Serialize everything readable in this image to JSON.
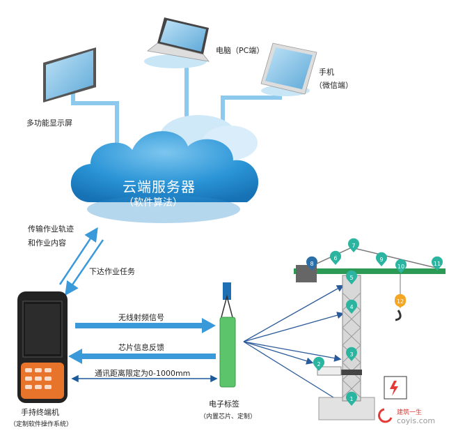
{
  "cloud": {
    "title": "云端服务器",
    "subtitle": "（软件算法）"
  },
  "devices": {
    "display": "多功能显示屏",
    "pc": "电脑（PC端）",
    "phone_line1": "手机",
    "phone_line2": "（微信端）"
  },
  "links": {
    "upload_line1": "传输作业轨迹",
    "upload_line2": "和作业内容",
    "download": "下达作业任务",
    "rf_signal": "无线射频信号",
    "chip_feedback": "芯片信息反馈",
    "distance": "通讯距离限定为0-1000mm"
  },
  "terminal": {
    "name": "手持终端机",
    "desc": "（定制软件操作系统）"
  },
  "tag": {
    "name": "电子标签",
    "desc": "（内置芯片、定制）"
  },
  "crane_markers": [
    "1",
    "2",
    "3",
    "4",
    "5",
    "6",
    "7",
    "8",
    "9",
    "10",
    "11",
    "12"
  ],
  "watermark": {
    "cn": "建筑一生",
    "url": "coyis.com"
  },
  "colors": {
    "cloud": "#1e8fd0",
    "arrow": "#3a9ad9",
    "line": "#5ab4e3",
    "marker": "#2bb5a0",
    "marker_alt": "#2a6fa8",
    "hook": "#f5a623"
  }
}
